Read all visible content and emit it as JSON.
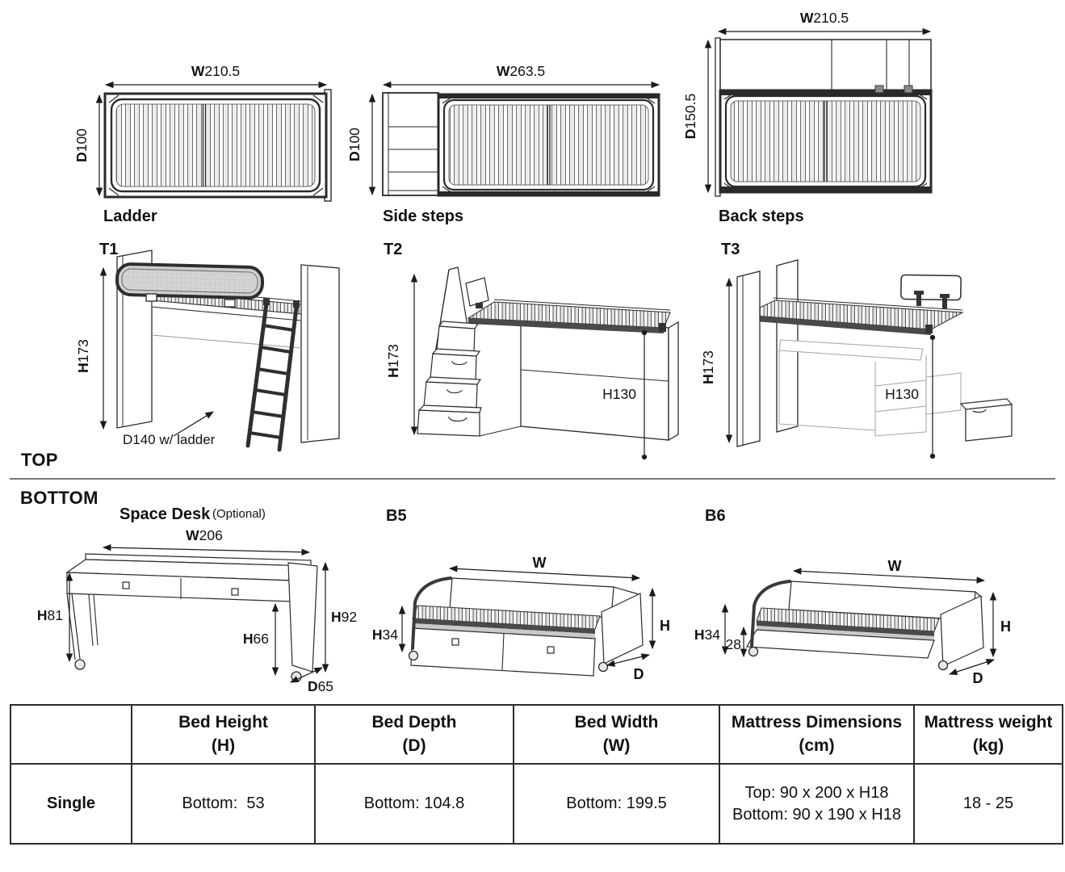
{
  "sections": {
    "top": "TOP",
    "bottom": "BOTTOM"
  },
  "top_views": {
    "ladder": {
      "title": "Ladder",
      "width": {
        "p": "W",
        "v": "210.5"
      },
      "depth": {
        "p": "D",
        "v": "100"
      }
    },
    "side_steps": {
      "title": "Side steps",
      "width": {
        "p": "W",
        "v": "263.5"
      },
      "depth": {
        "p": "D",
        "v": "100"
      }
    },
    "back_steps": {
      "title": "Back steps",
      "width": {
        "p": "W",
        "v": "210.5"
      },
      "depth": {
        "p": "D",
        "v": "150.5"
      }
    }
  },
  "iso_views": {
    "t1": {
      "title": "T1",
      "height": {
        "p": "H",
        "v": "173"
      },
      "note": "D140 w/ ladder"
    },
    "t2": {
      "title": "T2",
      "height": {
        "p": "H",
        "v": "173"
      },
      "bed_height": "H130"
    },
    "t3": {
      "title": "T3",
      "height": {
        "p": "H",
        "v": "173"
      },
      "bed_height": "H130"
    }
  },
  "bottom_views": {
    "space_desk": {
      "title": "Space Desk",
      "subtitle": "(Optional)",
      "width": {
        "p": "W",
        "v": "206"
      },
      "height_left": {
        "p": "H",
        "v": "81"
      },
      "height_right": {
        "p": "H",
        "v": "92"
      },
      "height_mid": {
        "p": "H",
        "v": "66"
      },
      "depth": {
        "p": "D",
        "v": "65"
      }
    },
    "b5": {
      "title": "B5",
      "width": "W",
      "height_left": {
        "p": "H",
        "v": "34"
      },
      "height_right": "H",
      "depth": "D"
    },
    "b6": {
      "title": "B6",
      "width": "W",
      "height_left": {
        "p": "H",
        "v": "34"
      },
      "clearance": "28",
      "height_right": "H",
      "depth": "D"
    }
  },
  "table": {
    "headers": [
      {
        "line1": "",
        "line2": ""
      },
      {
        "line1": "Bed Height",
        "line2": "(H)"
      },
      {
        "line1": "Bed Depth",
        "line2": "(D)"
      },
      {
        "line1": "Bed Width",
        "line2": "(W)"
      },
      {
        "line1": "Mattress Dimensions",
        "line2": "(cm)"
      },
      {
        "line1": "Mattress weight",
        "line2": "(kg)"
      }
    ],
    "row": {
      "label": "Single",
      "bed_height": "Bottom:  53",
      "bed_depth": "Bottom: 104.8",
      "bed_width": "Bottom: 199.5",
      "mattress_line1": "Top: 90 x 200 x H18",
      "mattress_line2": "Bottom: 90 x 190 x H18",
      "mattress_weight": "18 - 25"
    }
  }
}
